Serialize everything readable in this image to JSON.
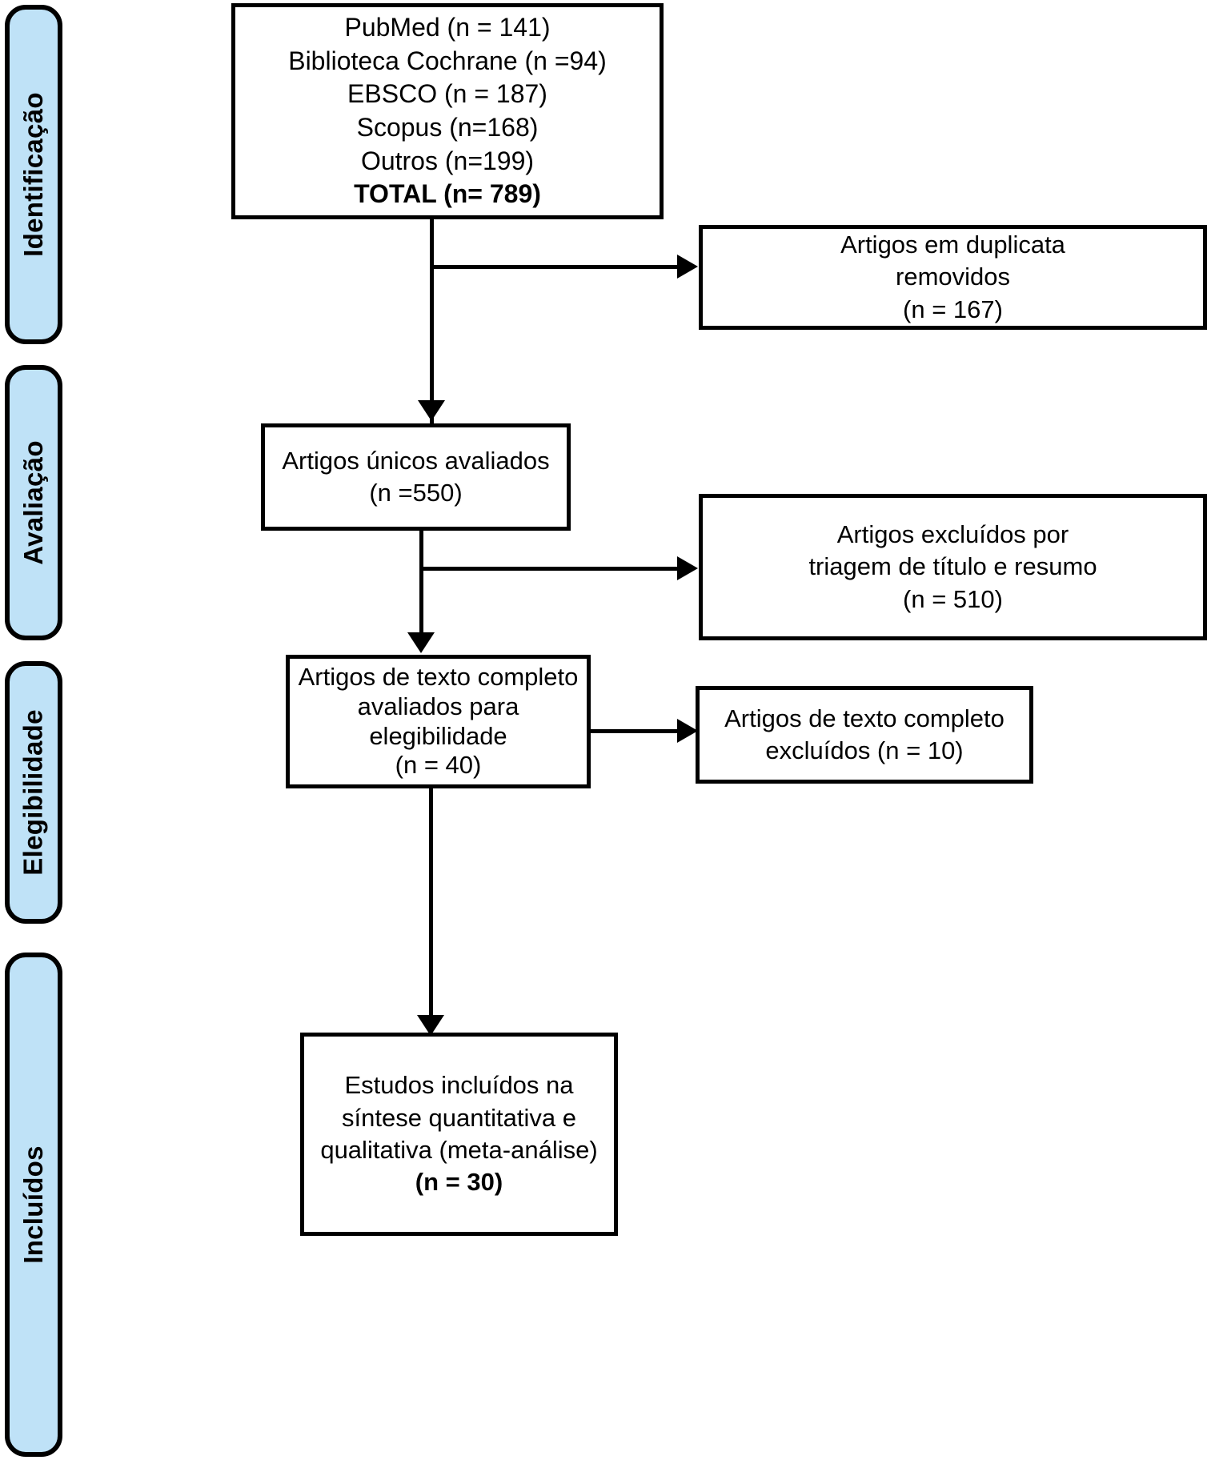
{
  "diagram": {
    "type": "prisma-flow-diagram",
    "language": "pt-BR",
    "accent_color": "#bfe2f7",
    "line_color": "#000000",
    "background_color": "#ffffff"
  },
  "stages": [
    {
      "id": "identificacao",
      "label": "Identificação"
    },
    {
      "id": "avaliacao",
      "label": "Avaliação"
    },
    {
      "id": "elegibilidade",
      "label": "Elegibilidade"
    },
    {
      "id": "incluidos",
      "label": "Incluídos"
    }
  ],
  "boxes": {
    "sources": {
      "name": "records-identified",
      "lines": [
        "PubMed (n = 141)",
        "Biblioteca Cochrane (n =94)",
        "EBSCO (n = 187)",
        "Scopus (n=168)",
        "Outros (n=199)"
      ],
      "total_line": "TOTAL (n= 789)"
    },
    "duplicates_removed": {
      "name": "duplicates-removed",
      "lines": [
        "Artigos em duplicata",
        "removidos",
        "(n = 167)"
      ]
    },
    "unique_screened": {
      "name": "unique-records-screened",
      "lines": [
        "Artigos únicos avaliados",
        "(n =550)"
      ]
    },
    "excluded_screening": {
      "name": "records-excluded-title-abstract",
      "lines": [
        "Artigos excluídos por",
        "triagem de título e resumo",
        "(n = 510)"
      ]
    },
    "fulltext_assessed": {
      "name": "fulltext-assessed-eligibility",
      "lines": [
        "Artigos de texto completo",
        "avaliados para",
        "elegibilidade",
        "(n = 40)"
      ]
    },
    "fulltext_excluded": {
      "name": "fulltext-articles-excluded",
      "lines": [
        "Artigos de texto completo",
        "excluídos (n = 10)"
      ]
    },
    "included": {
      "name": "studies-included-synthesis",
      "lines": [
        "Estudos incluídos na",
        "síntese quantitativa e",
        "qualitativa (meta-análise)"
      ],
      "total_line": "(n =  30)"
    }
  },
  "chart_data": {
    "type": "table",
    "title": "Fluxograma PRISMA",
    "stages": [
      "Identificação",
      "Avaliação",
      "Elegibilidade",
      "Incluídos"
    ],
    "records": [
      {
        "label": "PubMed",
        "n": 141
      },
      {
        "label": "Biblioteca Cochrane",
        "n": 94
      },
      {
        "label": "EBSCO",
        "n": 187
      },
      {
        "label": "Scopus",
        "n": 168
      },
      {
        "label": "Outros",
        "n": 199
      },
      {
        "label": "TOTAL",
        "n": 789
      },
      {
        "label": "Artigos em duplicata removidos",
        "n": 167
      },
      {
        "label": "Artigos únicos avaliados",
        "n": 550
      },
      {
        "label": "Artigos excluídos por triagem de título e resumo",
        "n": 510
      },
      {
        "label": "Artigos de texto completo avaliados para elegibilidade",
        "n": 40
      },
      {
        "label": "Artigos de texto completo excluídos",
        "n": 10
      },
      {
        "label": "Estudos incluídos na síntese quantitativa e qualitativa (meta-análise)",
        "n": 30
      }
    ]
  }
}
